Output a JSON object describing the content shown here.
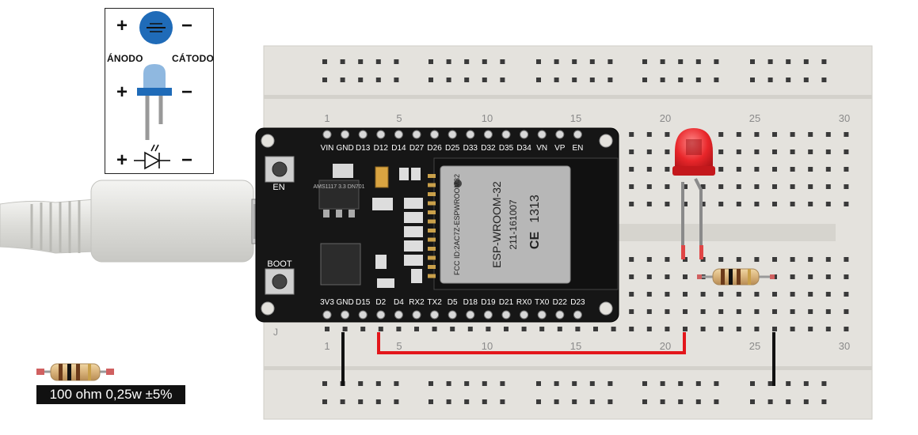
{
  "legend": {
    "plus": "+",
    "minus": "−",
    "anode_label": "ÁNODO",
    "cathode_label": "CÁTODO"
  },
  "resistor_caption": "100 ohm 0,25w ±5%",
  "breadboard": {
    "column_numbers_top": [
      "1",
      "5",
      "10",
      "15",
      "20",
      "25",
      "30"
    ],
    "column_numbers_bottom": [
      "1",
      "5",
      "10",
      "15",
      "20",
      "25",
      "30"
    ],
    "row_letter_j": "J"
  },
  "esp32": {
    "module_name": "ESP-WROOM-32",
    "ce_mark": "CE",
    "module_code": "1313",
    "module_id": "211-161007",
    "fcc_id": "FCC ID:2AC7Z-ESPWROOM32",
    "regulator_text": "AMS1117 3.3 DN701",
    "top_pins": [
      "VIN",
      "GND",
      "D13",
      "D12",
      "D14",
      "D27",
      "D26",
      "D25",
      "D33",
      "D32",
      "D35",
      "D34",
      "VN",
      "VP",
      "EN"
    ],
    "bottom_pins": [
      "3V3",
      "GND",
      "D15",
      "D2",
      "D4",
      "RX2",
      "TX2",
      "D5",
      "D18",
      "D19",
      "D21",
      "RX0",
      "TX0",
      "D22",
      "D23"
    ],
    "en_button_label": "EN",
    "boot_button_label": "BOOT"
  },
  "colors": {
    "signal_wire": "#e3161b",
    "ground_wire": "#111111",
    "led_body": "#e8262a",
    "board": "#161616",
    "breadboard": "#e4e2dd",
    "led_symbol_blue": "#1f6bb8"
  }
}
